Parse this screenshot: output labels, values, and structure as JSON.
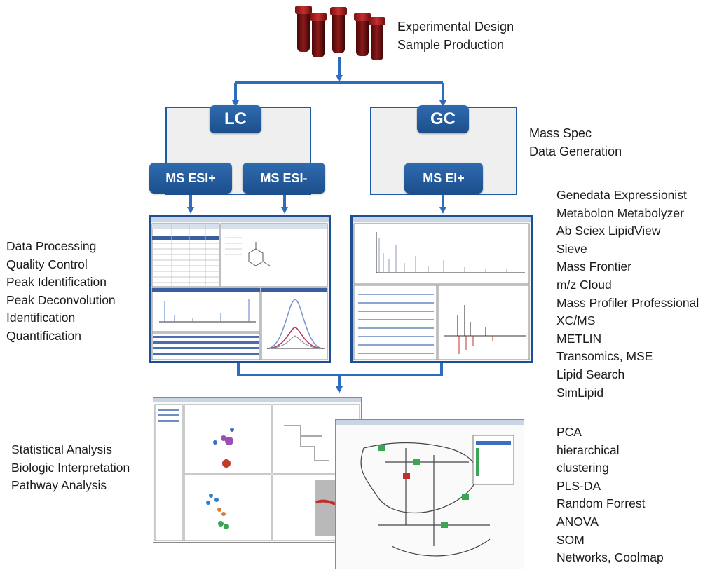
{
  "top_label": [
    "Experimental Design",
    "Sample Production"
  ],
  "mass_spec_label": [
    "Mass Spec",
    "Data Generation"
  ],
  "boxes": {
    "lc": "LC",
    "gc": "GC",
    "esi_pos": "MS ESI+",
    "esi_neg": "MS ESI-",
    "ei_pos": "MS EI+"
  },
  "left_processing": [
    "Data Processing",
    "Quality Control",
    "Peak Identification",
    "Peak Deconvolution",
    "Identification",
    "Quantification"
  ],
  "software_list": [
    "Genedata Expressionist",
    "Metabolon Metabolyzer",
    "Ab Sciex LipidView",
    "Sieve",
    "Mass Frontier",
    "m/z Cloud",
    "Mass Profiler Professional",
    "XC/MS",
    "METLIN",
    "Transomics, MSE",
    "Lipid Search",
    "SimLipid"
  ],
  "left_analysis": [
    "Statistical Analysis",
    "Biologic Interpretation",
    "Pathway Analysis"
  ],
  "methods_list": [
    "PCA",
    "hierarchical",
    "clustering",
    "PLS-DA",
    "Random Forrest",
    "ANOVA",
    "SOM",
    "Networks, Coolmap"
  ],
  "colors": {
    "flow_blue": "#2e6cc0",
    "box_blue": "#1c4f8c",
    "panel_gray": "#efefef",
    "tube_red": "#6b0f0f"
  },
  "icons": [
    "sample-tubes-icon"
  ]
}
